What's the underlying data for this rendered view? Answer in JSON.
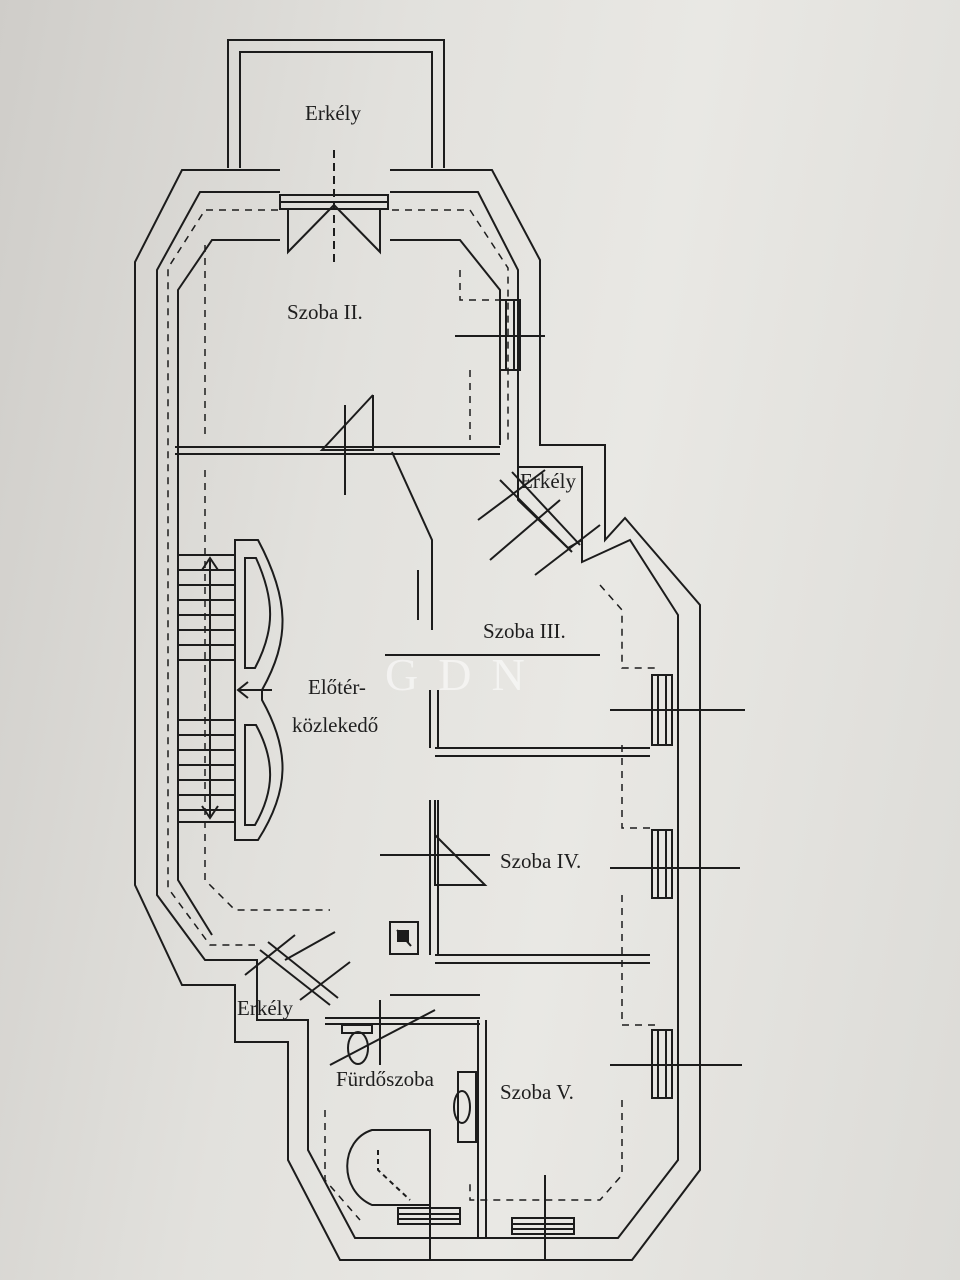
{
  "rooms": {
    "balcony_top": "Erkély",
    "room_2": "Szoba II.",
    "balcony_right": "Erkély",
    "room_3": "Szoba III.",
    "hallway_line1": "Előtér-",
    "hallway_line2": "közlekedő",
    "room_4": "Szoba IV.",
    "balcony_left": "Erkély",
    "bathroom": "Fürdőszoba",
    "room_5": "Szoba V."
  },
  "watermark": {
    "text": "GDN"
  },
  "colors": {
    "line": "#1c1c1c",
    "paper": "#e6e5e1",
    "watermark": "#ffffff"
  }
}
